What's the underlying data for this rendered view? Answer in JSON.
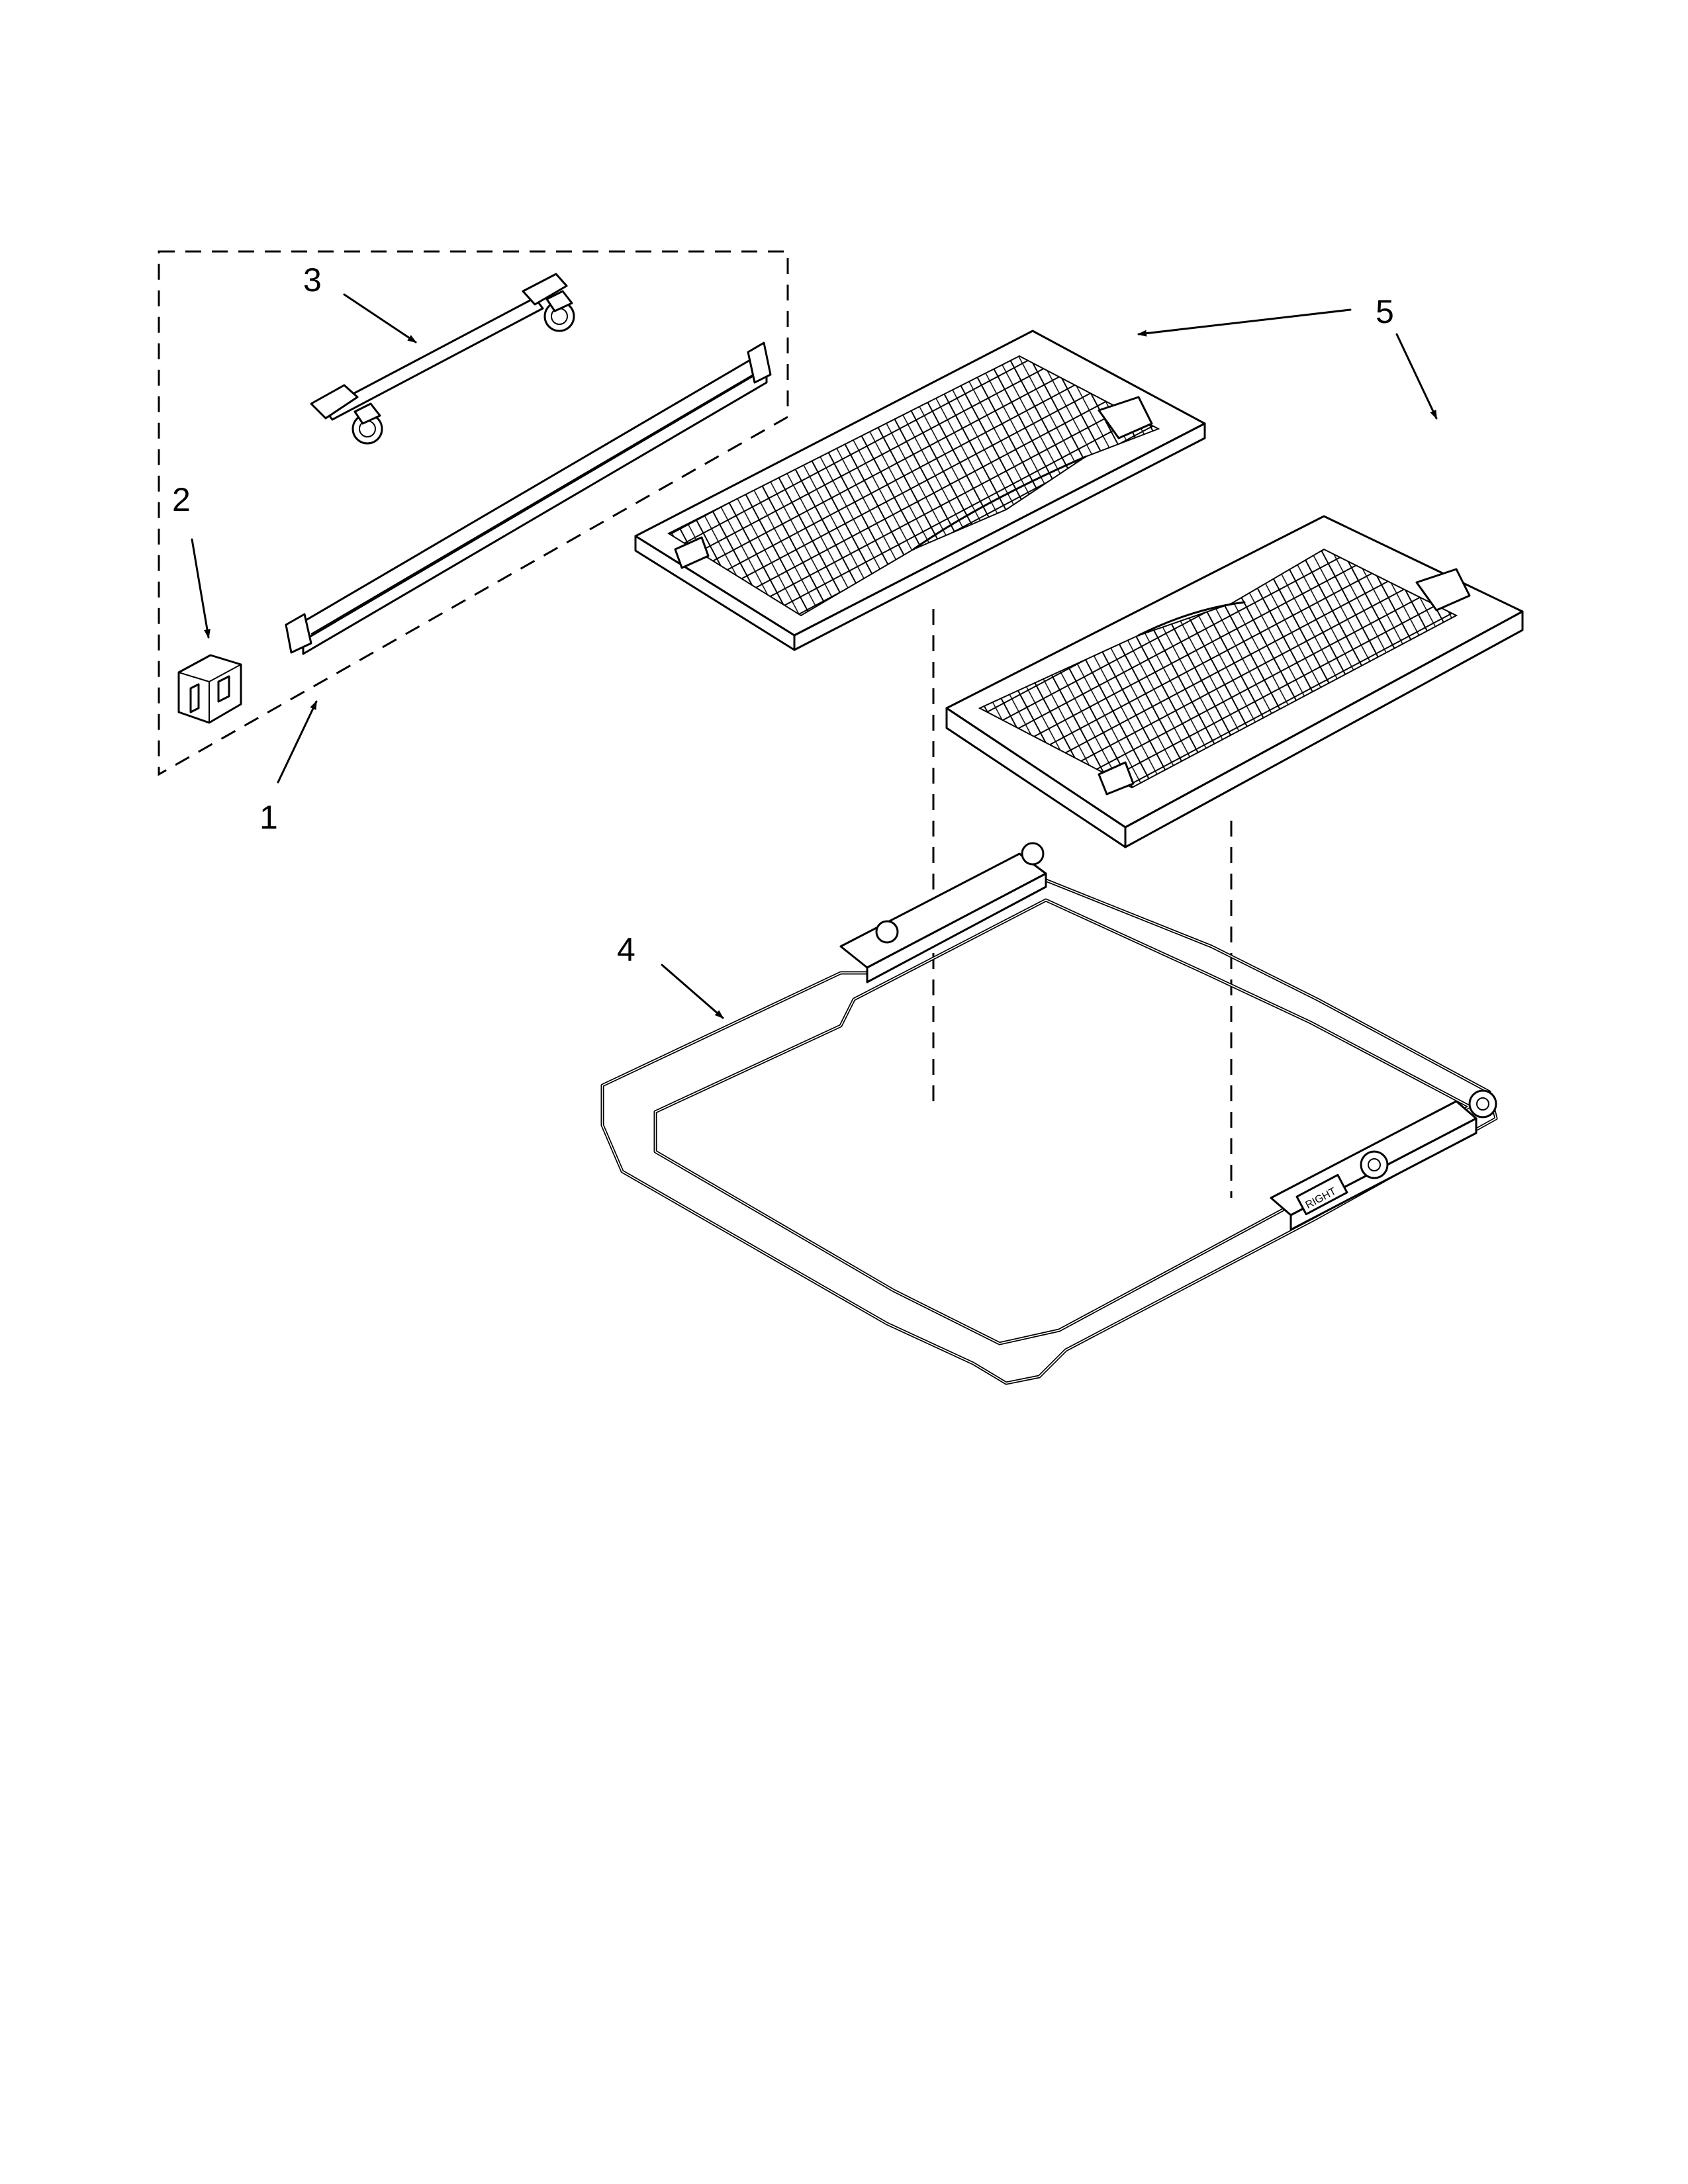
{
  "callouts": [
    {
      "id": "1",
      "text": "1"
    },
    {
      "id": "2",
      "text": "2"
    },
    {
      "id": "3",
      "text": "3"
    },
    {
      "id": "4",
      "text": "4"
    },
    {
      "id": "5",
      "text": "5"
    }
  ],
  "rack_side_text": "RIGHT"
}
